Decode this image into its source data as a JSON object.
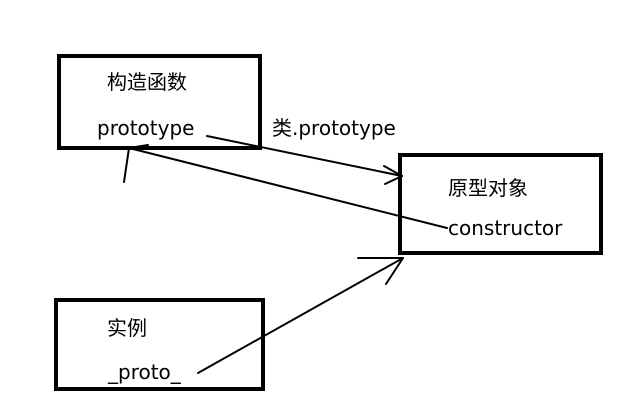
{
  "nodes": {
    "constructor_fn": {
      "title": "构造函数",
      "property": "prototype"
    },
    "prototype_obj": {
      "title": "原型对象",
      "property": "constructor"
    },
    "instance": {
      "title": "实例",
      "property": "_proto_"
    }
  },
  "edges": {
    "fn_to_proto_label": "类.prototype"
  },
  "colors": {
    "stroke": "#000000",
    "background": "#ffffff"
  }
}
